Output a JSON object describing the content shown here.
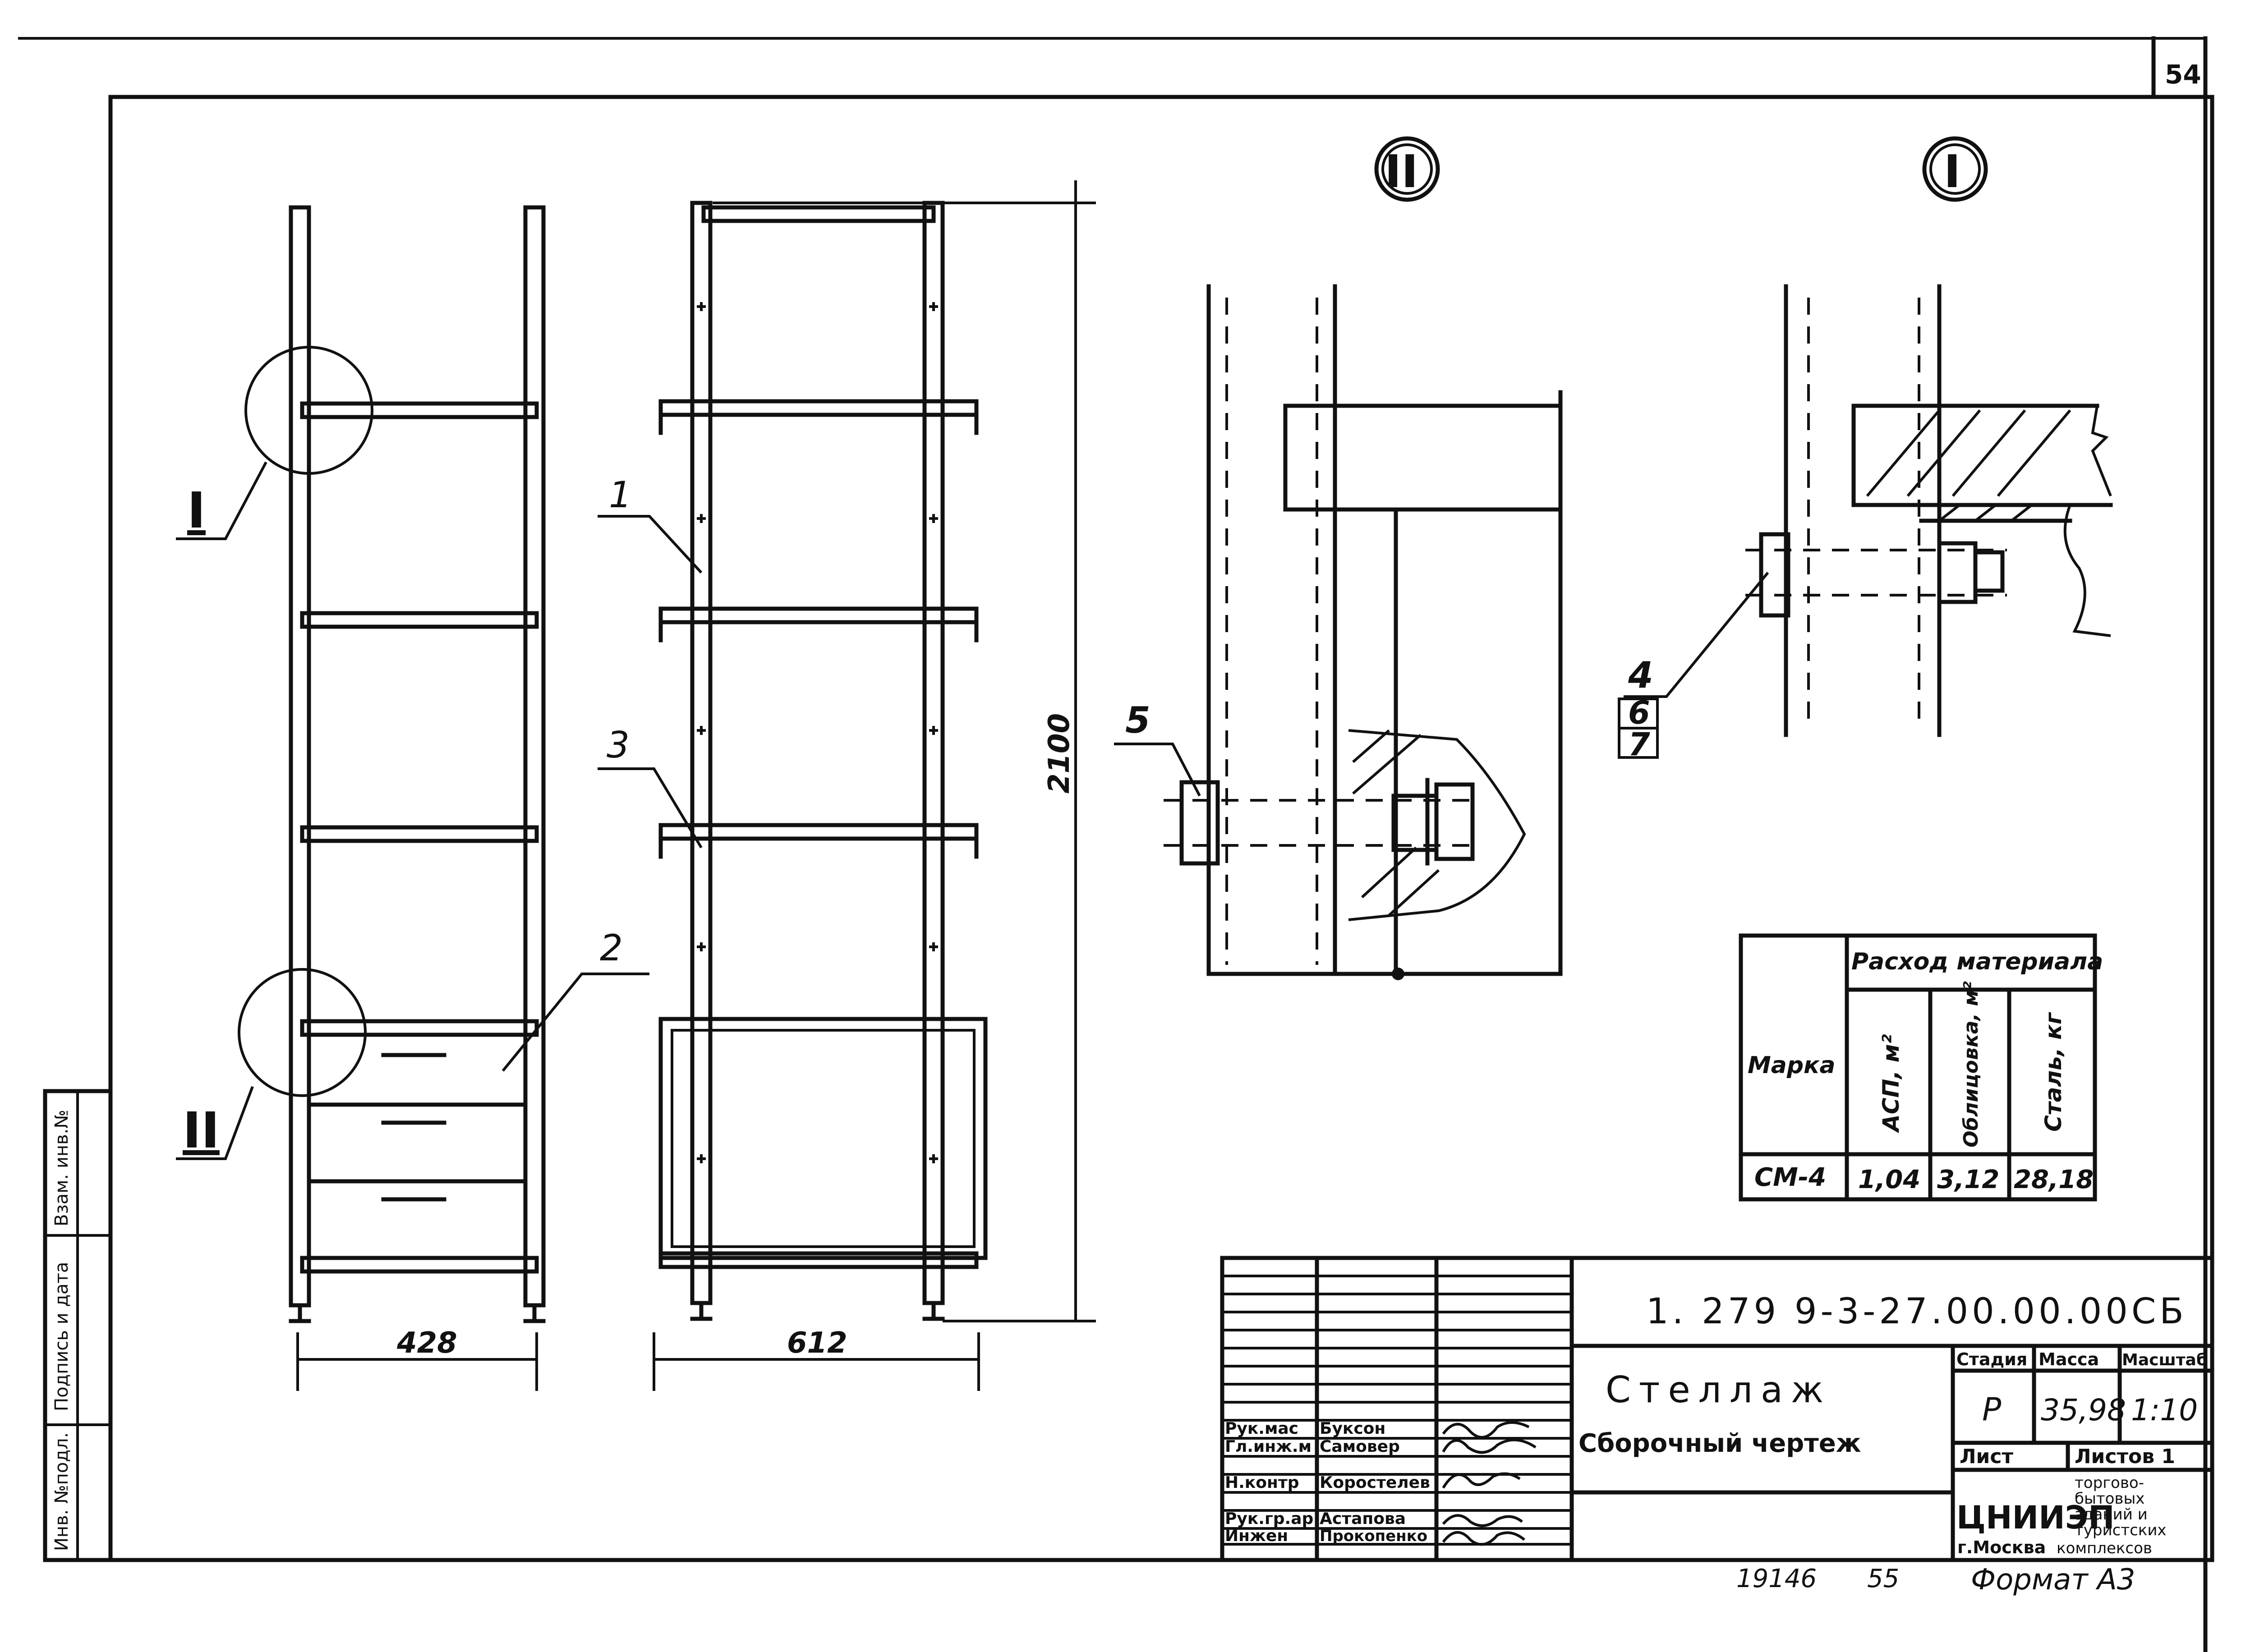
{
  "sheet": {
    "sheet_number": "54",
    "document_code": "1. 279 9-3-27.00.00.00СБ",
    "title": "Стеллаж",
    "subtitle": "Сборочный чертеж",
    "footer_left": "19146",
    "footer_mid": "55",
    "format_label": "Формат А3"
  },
  "side_strip": {
    "cells": [
      "Инв. №подл.",
      "Подпись и дата",
      "Взам. инв.№"
    ]
  },
  "details": {
    "marker_I": "I",
    "marker_II": "II",
    "callout_I": "I",
    "callout_II": "II",
    "leaders": [
      "1",
      "2",
      "3",
      "4",
      "5"
    ],
    "detail_refs": [
      "6",
      "7"
    ]
  },
  "dimensions": {
    "width_side": "428",
    "width_front": "612",
    "height": "2100"
  },
  "materials_table": {
    "group_header": "Расход материала",
    "col_mark": "Марка",
    "col_asp": "АСП, м²",
    "col_cladding": "Облицовка, м²",
    "col_steel": "Сталь, кг",
    "row_mark": "СМ-4",
    "row_asp": "1,04",
    "row_cladding": "3,12",
    "row_steel": "28,18"
  },
  "title_block": {
    "hdr_stage": "Стадия",
    "hdr_mass": "Масса",
    "hdr_scale": "Масштаб",
    "stage": "Р",
    "mass": "35,98",
    "scale": "1:10",
    "sheet_label": "Лист",
    "sheets_label": "Листов 1",
    "org": "ЦНИИЭП",
    "org_city": "г.Москва",
    "org_desc1": "торгово-",
    "org_desc2": "бытовых",
    "org_desc3": "зданий и",
    "org_desc4": "туристских",
    "org_desc5": "комплексов",
    "roles": [
      "Рук.мас",
      "Гл.инж.м",
      "Н.контр",
      "Рук.гр.ар",
      "Инжен"
    ],
    "names": [
      "Буксон",
      "Самовер",
      "Коростелев",
      "Астапова",
      "Прокопенко"
    ]
  }
}
